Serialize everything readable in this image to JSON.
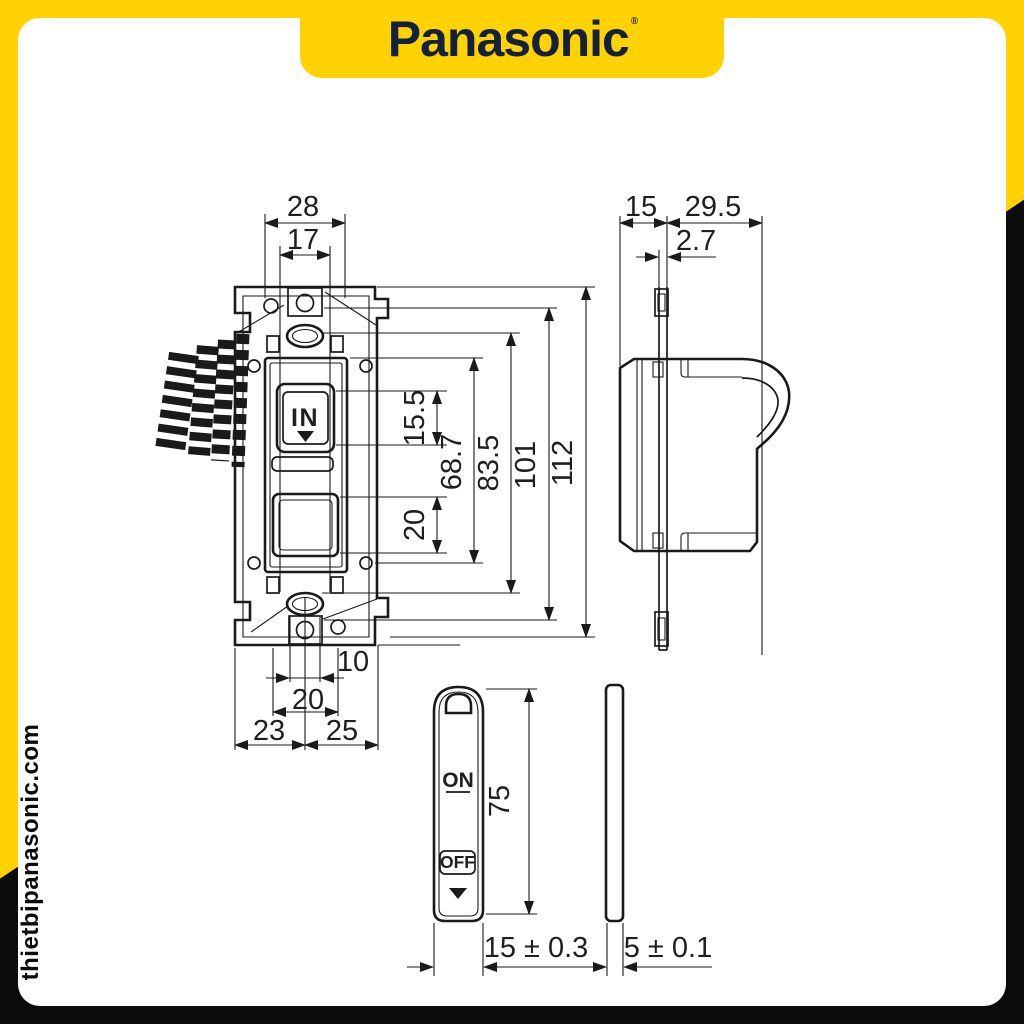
{
  "page": {
    "watermark": "thietbipanasonic.com"
  },
  "brand": {
    "logo": "Panasonic",
    "reg_mark": "®"
  },
  "colors": {
    "banner_yellow": "#FFD203",
    "frame_black": "#0B0B0B",
    "line_color": "#1A1A1A",
    "logo_navy": "#14213C"
  },
  "front_view": {
    "button_label": "IN",
    "dim_top_width": "28",
    "dim_top_inner_width": "17",
    "dim_button_height": "15.5",
    "dim_window_height": "20",
    "dim_frame_height": "68.7",
    "dim_box_screw_pitch": "83.5",
    "dim_screw_pitch": "101",
    "dim_overall_height": "112",
    "dim_slot_width": "10",
    "dim_bottom_width": "20",
    "dim_bottom_left": "23",
    "dim_bottom_right": "25"
  },
  "side_view": {
    "dim_front_depth": "15",
    "dim_rear_depth": "29.5",
    "dim_flange_thickness": "2.7"
  },
  "handle_view": {
    "label_on": "ON",
    "label_off": "OFF",
    "dim_height": "75",
    "dim_width": "15 ± 0.3",
    "dim_thickness": "5 ± 0.1"
  }
}
